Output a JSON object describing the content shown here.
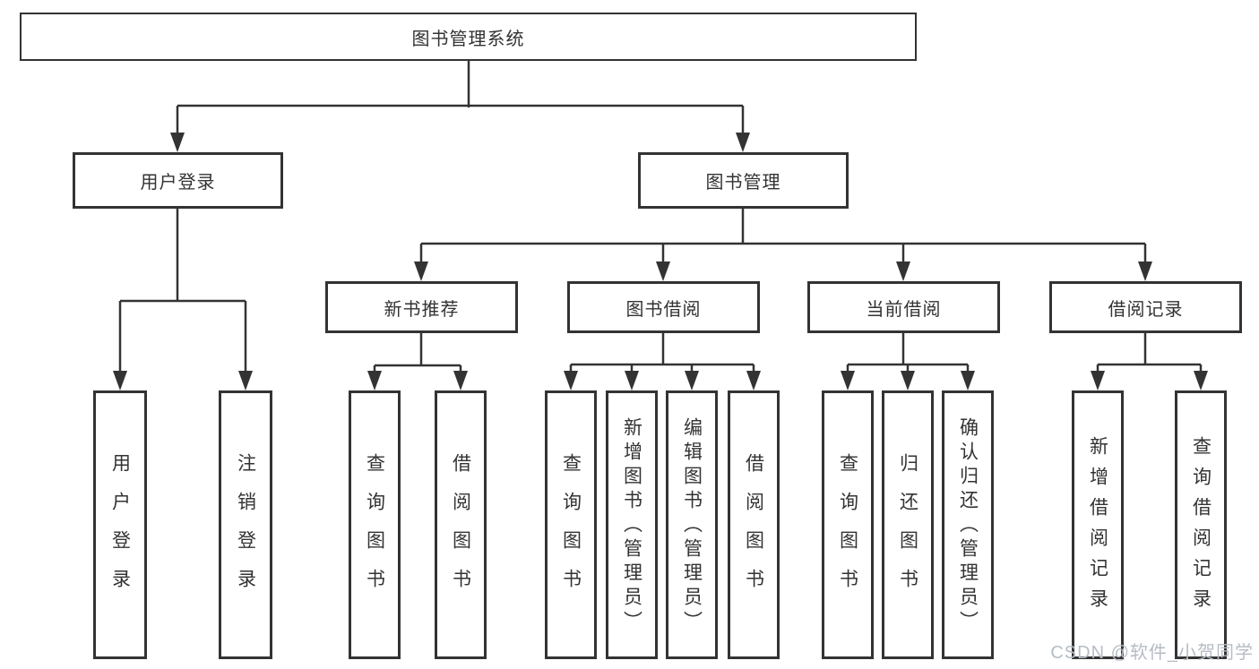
{
  "colors": {
    "line": "#333333",
    "border": "#333333",
    "text": "#333333",
    "background": "#ffffff",
    "watermark": "#b6bcc6"
  },
  "tree": {
    "label": "图书管理系统",
    "children": [
      {
        "label": "用户登录",
        "children": [
          {
            "label": "用户登录"
          },
          {
            "label": "注销登录"
          }
        ]
      },
      {
        "label": "图书管理",
        "children": [
          {
            "label": "新书推荐",
            "children": [
              {
                "label": "查询图书"
              },
              {
                "label": "借阅图书"
              }
            ]
          },
          {
            "label": "图书借阅",
            "children": [
              {
                "label": "查询图书"
              },
              {
                "label": "新增图书（管理员）"
              },
              {
                "label": "编辑图书（管理员）"
              },
              {
                "label": "借阅图书"
              }
            ]
          },
          {
            "label": "当前借阅",
            "children": [
              {
                "label": "查询图书"
              },
              {
                "label": "归还图书"
              },
              {
                "label": "确认归还（管理员）"
              }
            ]
          },
          {
            "label": "借阅记录",
            "children": [
              {
                "label": "新增借阅记录"
              },
              {
                "label": "查询借阅记录"
              }
            ]
          }
        ]
      }
    ]
  },
  "watermark": {
    "text": "CSDN @软件_小贺同学"
  }
}
